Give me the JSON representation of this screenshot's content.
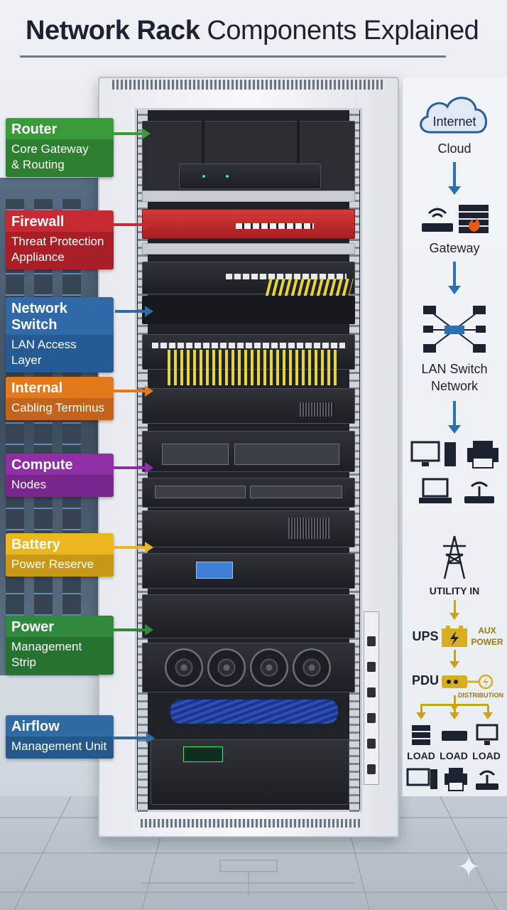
{
  "title": {
    "bold": "Network Rack",
    "regular": "Components Explained"
  },
  "labels": [
    {
      "title": "Router",
      "subtitle_lines": [
        "Core Gateway",
        "& Routing"
      ],
      "color": "#3a9a3a",
      "sub_color": "#2f7f30"
    },
    {
      "title": "Firewall",
      "subtitle_lines": [
        "Threat Protection",
        "Appliance"
      ],
      "color": "#c62a32",
      "sub_color": "#a81f27"
    },
    {
      "title": "Network Switch",
      "subtitle_lines": [
        "LAN Access Layer"
      ],
      "color": "#2f69a8",
      "sub_color": "#255a92"
    },
    {
      "title": "Internal",
      "subtitle_lines": [
        "Cabling Terminus"
      ],
      "color": "#e07a1c",
      "sub_color": "#c4631a"
    },
    {
      "title": "Compute",
      "subtitle_lines": [
        "Nodes"
      ],
      "color": "#8f2fa6",
      "sub_color": "#78258c"
    },
    {
      "title": "Battery",
      "subtitle_lines": [
        "Power Reserve"
      ],
      "color": "#e8b81e",
      "sub_color": "#c99816"
    },
    {
      "title": "Power",
      "subtitle_lines": [
        "Management Strip"
      ],
      "color": "#2f8a3c",
      "sub_color": "#257231"
    },
    {
      "title": "Airflow",
      "subtitle_lines": [
        "Management Unit"
      ],
      "color": "#2f6aa3",
      "sub_color": "#25588a"
    }
  ],
  "network_flow": {
    "internet": "Internet",
    "cloud": "Cloud",
    "gateway": "Gateway",
    "lan_line1": "LAN Switch",
    "lan_line2": "Network"
  },
  "power_flow": {
    "utility": "UTILITY IN",
    "ups": "UPS",
    "aux_line1": "AUX",
    "aux_line2": "POWER",
    "pdu": "PDU",
    "distribution": "DISTRIBUTION",
    "loads": [
      "LOAD",
      "LOAD",
      "LOAD"
    ]
  },
  "icons": [
    "cloud-icon",
    "router-icon",
    "firewall-brick-icon",
    "network-topology-icon",
    "desktop-icon",
    "tower-icon",
    "printer-icon",
    "laptop-icon",
    "wifi-router-icon",
    "power-tower-icon",
    "battery-icon",
    "pdu-icon",
    "server-icon",
    "switch-icon",
    "monitor-icon"
  ],
  "colors": {
    "flow_arrow": "#2b6fb4",
    "power_arrow": "#c9a21a",
    "cable_yellow": "#e6d53a"
  }
}
